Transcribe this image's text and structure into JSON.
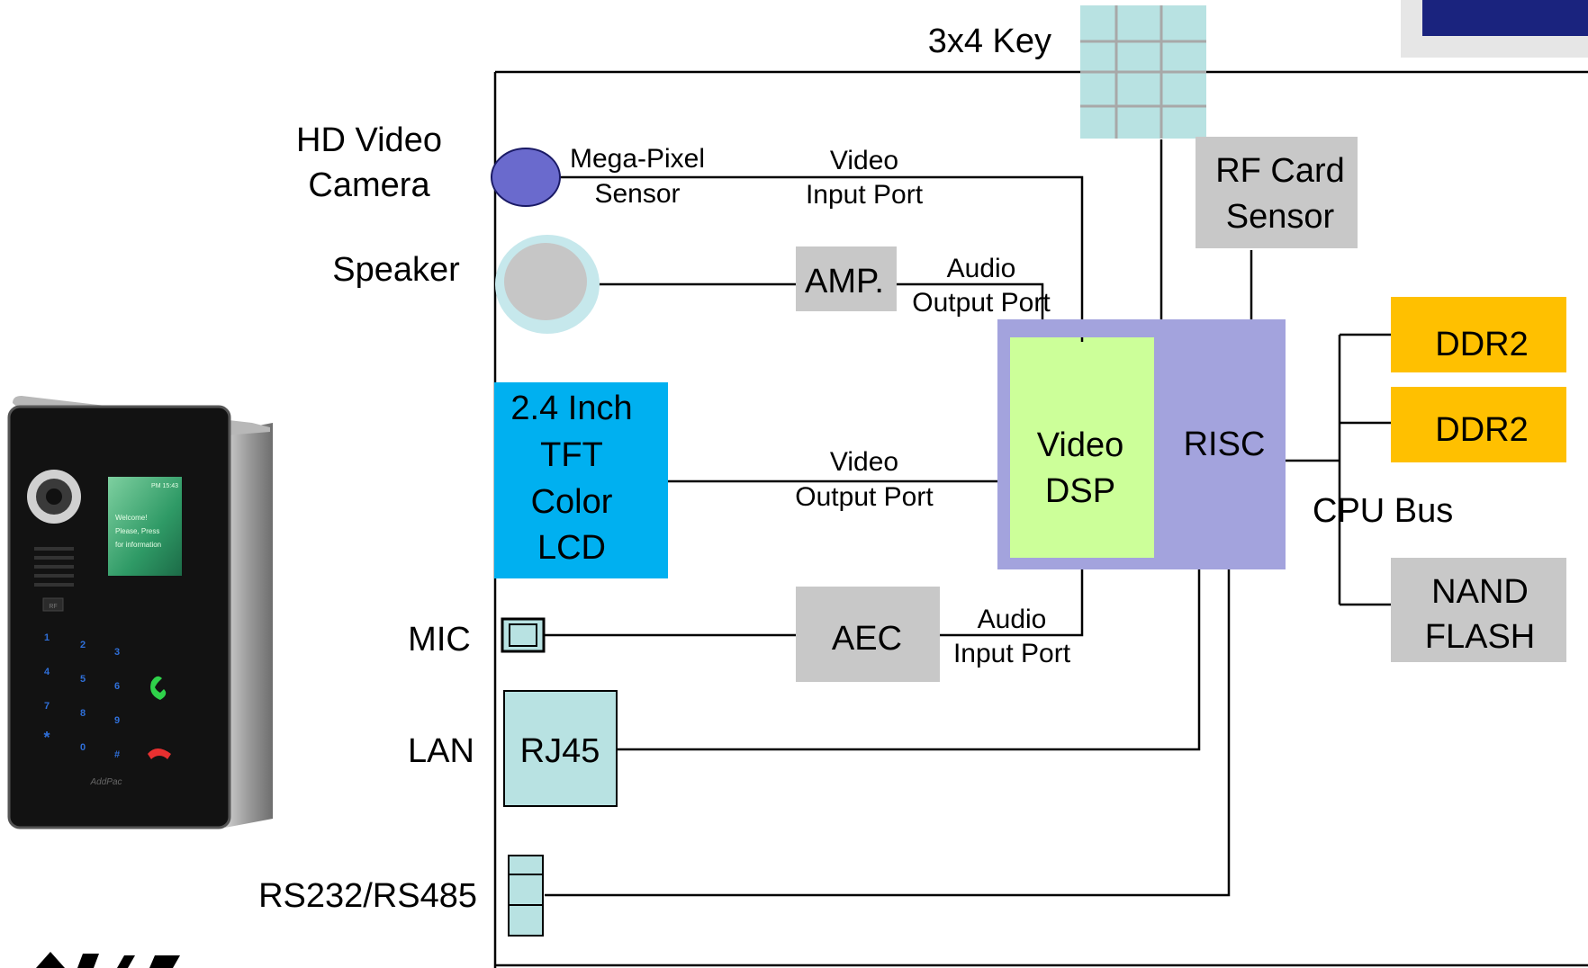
{
  "diagram": {
    "key_label": "3x4 Key",
    "camera_label": [
      "HD Video",
      "Camera"
    ],
    "mega_pixel_label": [
      "Mega-Pixel",
      "Sensor"
    ],
    "video_input_label": [
      "Video",
      "Input Port"
    ],
    "rf_label": [
      "RF Card",
      "Sensor"
    ],
    "speaker_label": "Speaker",
    "amp_label": "AMP.",
    "audio_output_label": [
      "Audio",
      "Output Port"
    ],
    "ddr2_1": "DDR2",
    "ddr2_2": "DDR2",
    "lcd_label": [
      "2.4 Inch",
      "TFT",
      "Color",
      "LCD"
    ],
    "video_output_label": [
      "Video",
      "Output Port"
    ],
    "dsp_label": [
      "Video",
      "DSP"
    ],
    "risc_label": "RISC",
    "cpu_bus_label": "CPU Bus",
    "nand_label": [
      "NAND",
      "FLASH"
    ],
    "mic_label": "MIC",
    "aec_label": "AEC",
    "audio_input_label": [
      "Audio",
      "Input Port"
    ],
    "lan_label": "LAN",
    "rj45_label": "RJ45",
    "serial_label": "RS232/RS485"
  },
  "device": {
    "screen_time": "PM 15:43",
    "screen_text": [
      "Welcome!",
      "Please, Press",
      "for information"
    ],
    "keys": [
      "1",
      "2",
      "3",
      "4",
      "5",
      "6",
      "7",
      "8",
      "9",
      "*",
      "0",
      "#"
    ],
    "card_label": "RF",
    "brand": "AddPac"
  },
  "colors": {
    "lcd": "#00b0f0",
    "cpu": "#a3a3dd",
    "dsp": "#ccff99",
    "memory": "#ffc000",
    "gray_box": "#c8c8c8",
    "teal_box": "#b8e2e2",
    "camera": "#6a6acd",
    "corner_navy": "#1a237e"
  },
  "icons": [
    "camera-icon",
    "speaker-icon",
    "mic-icon",
    "keypad-icon",
    "serial-connector-icon",
    "device-image"
  ]
}
